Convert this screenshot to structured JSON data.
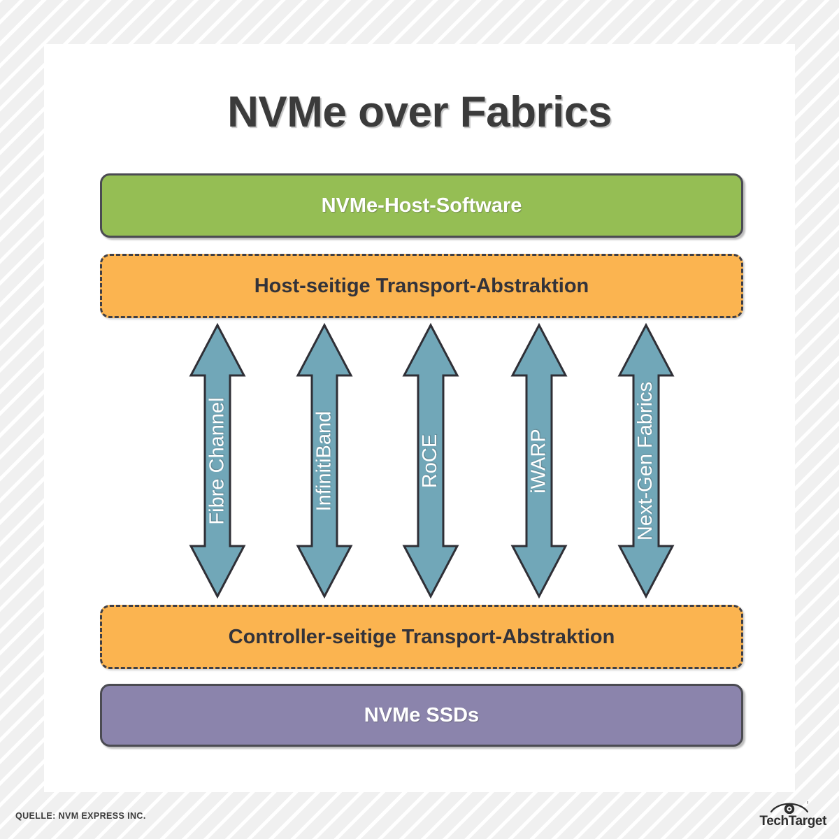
{
  "title": "NVMe over Fabrics",
  "layers": {
    "host_software": "NVMe-Host-Software",
    "host_transport": "Host-seitige Transport-Abstraktion",
    "controller_transport": "Controller-seitige Transport-Abstraktion",
    "ssds": "NVMe SSDs"
  },
  "transports": [
    {
      "label": "Fibre Channel"
    },
    {
      "label": "InfinitiBand"
    },
    {
      "label": "RoCE"
    },
    {
      "label": "iWARP"
    },
    {
      "label": "Next-Gen Fabrics"
    }
  ],
  "footer": {
    "source": "QUELLE: NVM EXPRESS INC.",
    "brand": "TechTarget"
  },
  "colors": {
    "host_software_fill": "#95be54",
    "transport_abstraction_fill": "#fbb450",
    "arrow_fill": "#71a7b8",
    "ssd_fill": "#8b84ac",
    "outline": "#3f3f46",
    "title_text": "#3b3b3b",
    "page_background": "#f0f0f0",
    "card_background": "#ffffff"
  }
}
